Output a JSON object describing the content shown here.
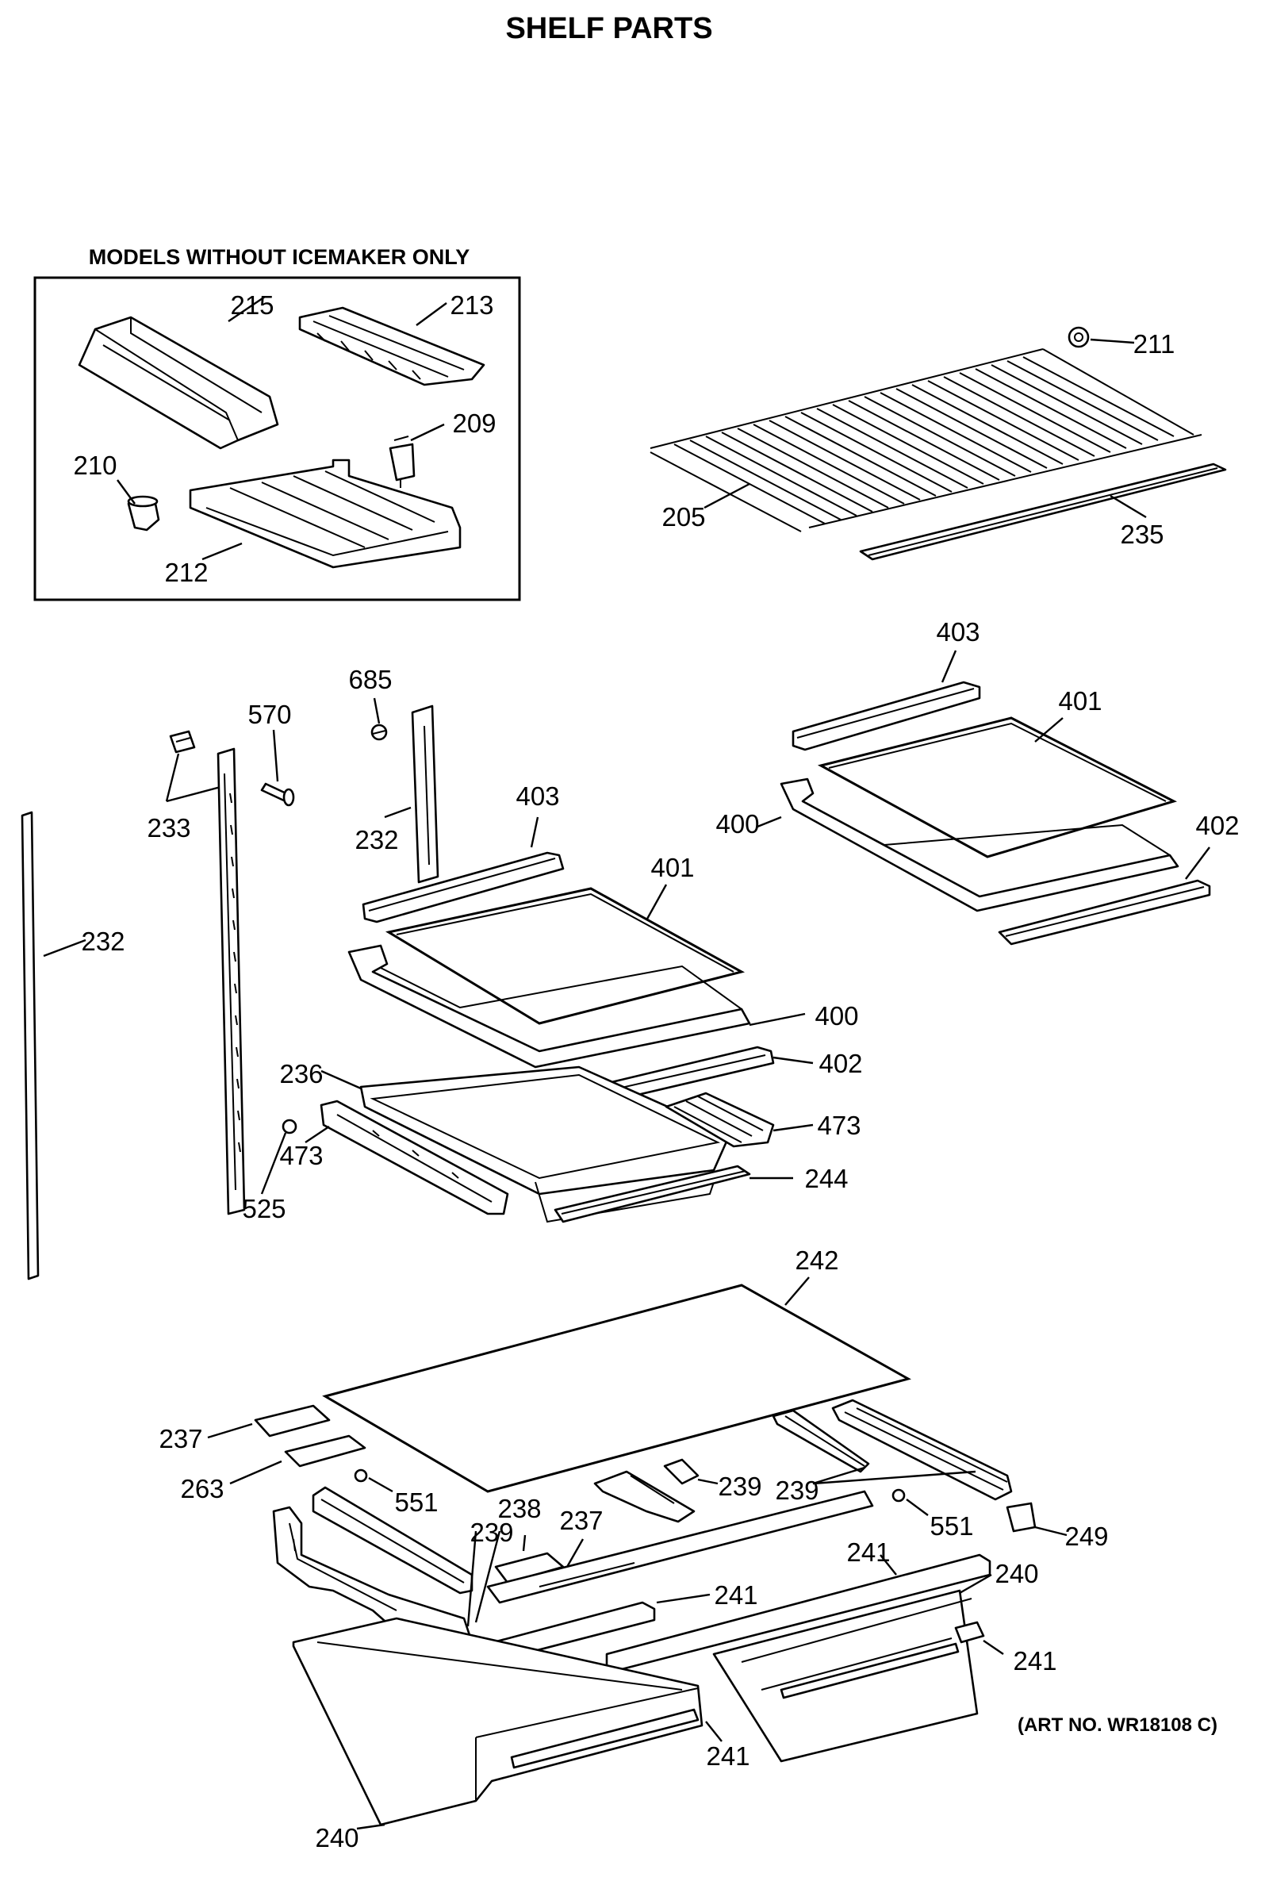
{
  "title": "SHELF PARTS",
  "subtitle": "MODELS WITHOUT ICEMAKER ONLY",
  "art_no": "(ART NO. WR18108 C)",
  "callouts": {
    "c215": "215",
    "c213": "213",
    "c209": "209",
    "c210": "210",
    "c212": "212",
    "c211": "211",
    "c205": "205",
    "c235": "235",
    "c685": "685",
    "c570": "570",
    "c233": "233",
    "c232a": "232",
    "c232b": "232",
    "c403a": "403",
    "c401a": "401",
    "c400a": "400",
    "c402a": "402",
    "c236": "236",
    "c473a": "473",
    "c473b": "473",
    "c525": "525",
    "c244": "244",
    "c403b": "403",
    "c401b": "401",
    "c400b": "400",
    "c402b": "402",
    "c242": "242",
    "c237a": "237",
    "c263": "263",
    "c551a": "551",
    "c239a": "239",
    "c239b": "239",
    "c239c": "239",
    "c238": "238",
    "c237b": "237",
    "c241a": "241",
    "c241b": "241",
    "c551b": "551",
    "c249": "249",
    "c240a": "240",
    "c241c": "241",
    "c241d": "241",
    "c240b": "240"
  }
}
